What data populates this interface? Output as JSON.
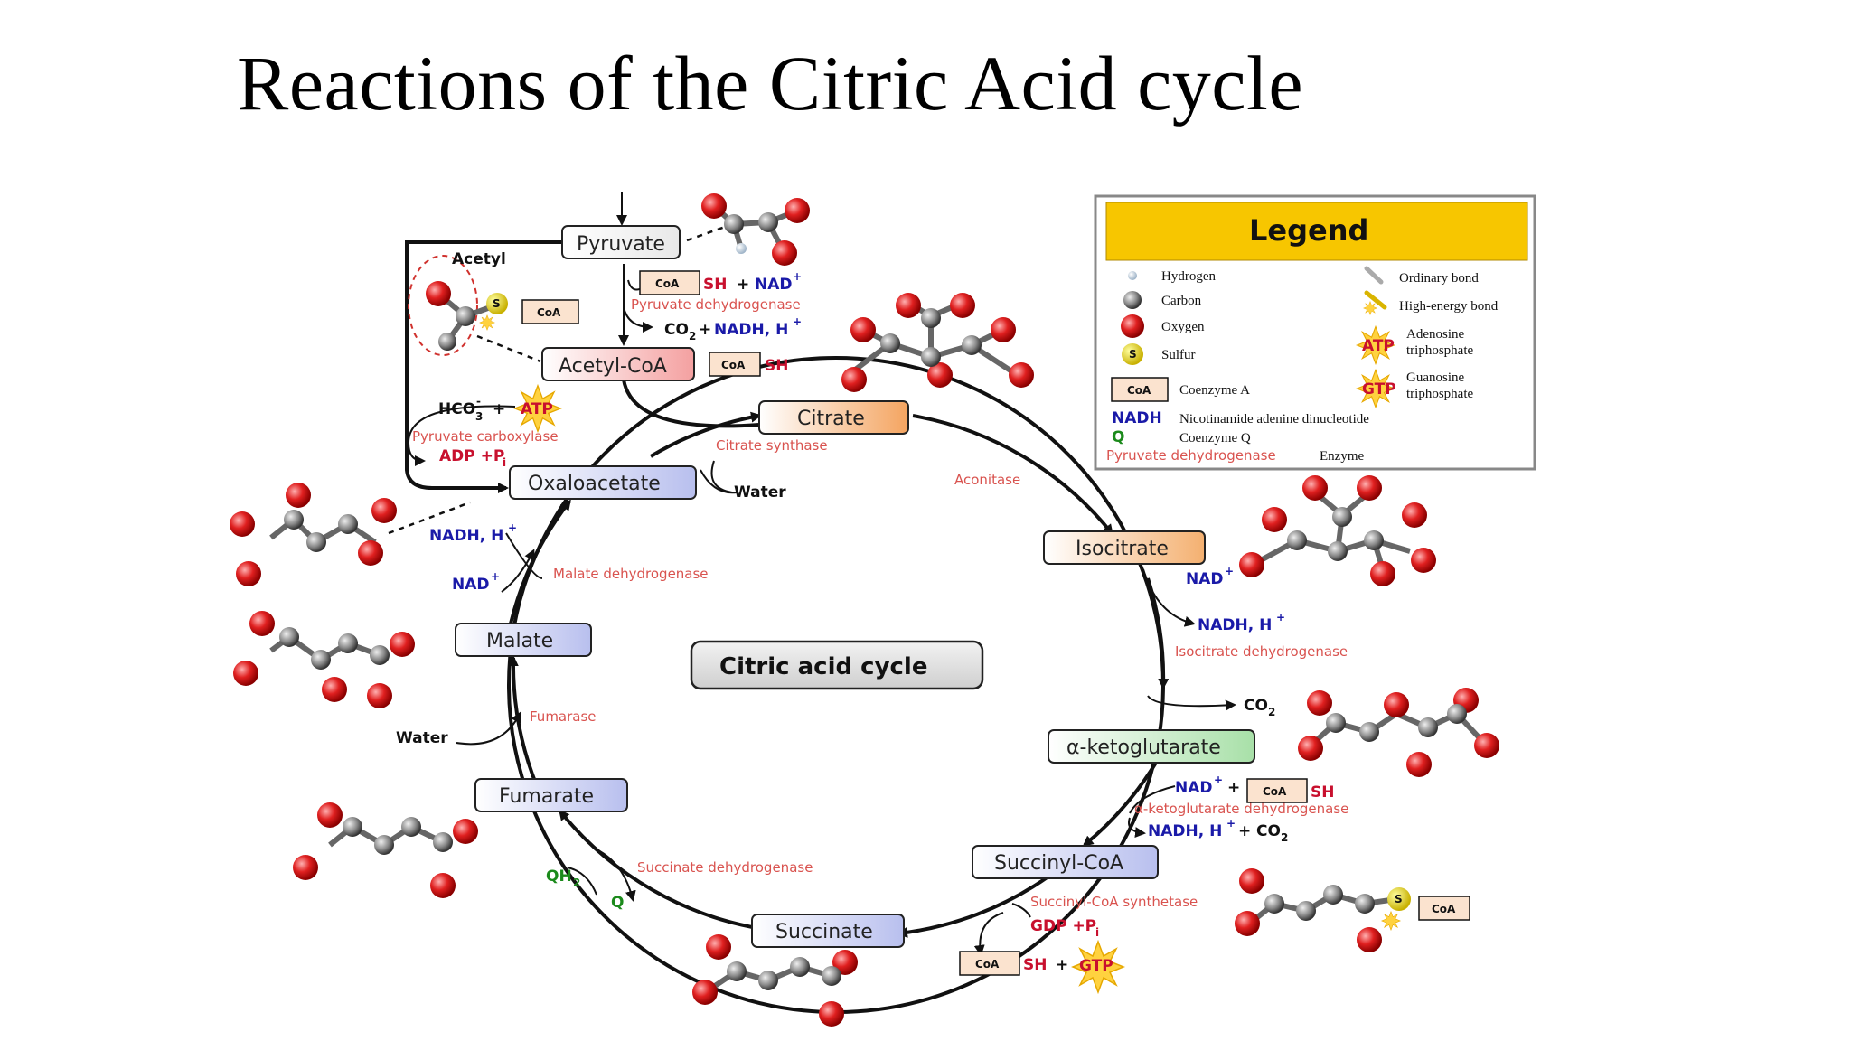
{
  "slide": {
    "title": "Reactions of the Citric Acid cycle"
  },
  "colors": {
    "oxygen": "#d91e1e",
    "carbon": "#888888",
    "sulfur": "#e0d020",
    "legend_header": "#f7c600",
    "enzyme_text": "#d9534f",
    "nadh_text": "#1a1aa8",
    "atp_text": "#c8102e",
    "q_text": "#1b8a1b"
  },
  "cycle": {
    "center_label": "Citric acid cycle",
    "metabolites": {
      "pyruvate": "Pyruvate",
      "acetyl_coa": "Acetyl-CoA",
      "citrate": "Citrate",
      "isocitrate": "Isocitrate",
      "akg": "α-ketoglutarate",
      "succinyl_coa": "Succinyl-CoA",
      "succinate": "Succinate",
      "fumarate": "Fumarate",
      "malate": "Malate",
      "oxaloacetate": "Oxaloacetate"
    },
    "enzymes": {
      "pdh": "Pyruvate dehydrogenase",
      "citrate_synthase": "Citrate synthase",
      "aconitase": "Aconitase",
      "idh": "Isocitrate dehydrogenase",
      "akgdh": "α-ketoglutarate dehydrogenase",
      "scs": "Succinyl-CoA synthetase",
      "sdh": "Succinate dehydrogenase",
      "fumarase": "Fumarase",
      "mdh": "Malate dehydrogenase",
      "pc": "Pyruvate carboxylase"
    },
    "cofactors": {
      "coa": "CoA",
      "sh": "SH",
      "plus": "+",
      "nad": "NAD",
      "nad_sup": "+",
      "nadh": "NADH, H",
      "nadh_sup": "+",
      "co2": "CO",
      "co2_sub": "2",
      "water": "Water",
      "acetyl": "Acetyl",
      "hco3": "HCO",
      "hco3_sub": "3",
      "hco3_sup": "-",
      "atp": "ATP",
      "adp": "ADP +P",
      "pi_sub": "i",
      "gdp": "GDP +P",
      "gtp": "GTP",
      "qh2": "QH",
      "qh2_sub": "2",
      "q": "Q",
      "s": "S"
    }
  },
  "legend": {
    "title": "Legend",
    "hydrogen": "Hydrogen",
    "carbon": "Carbon",
    "oxygen": "Oxygen",
    "sulfur": "Sulfur",
    "coa_label": "Coenzyme A",
    "ordinary": "Ordinary bond",
    "high_energy": "High-energy bond",
    "atp_desc": "Adenosine",
    "atp_desc2": "triphosphate",
    "gtp_desc": "Guanosine",
    "gtp_desc2": "triphosphate",
    "nadh": "NADH",
    "nadh_desc": "Nicotinamide adenine dinucleotide",
    "q": "Q",
    "q_desc": "Coenzyme Q",
    "enzyme_example": "Pyruvate dehydrogenase",
    "enzyme_word": "Enzyme",
    "atp": "ATP",
    "gtp": "GTP",
    "coa": "CoA",
    "s": "S"
  }
}
